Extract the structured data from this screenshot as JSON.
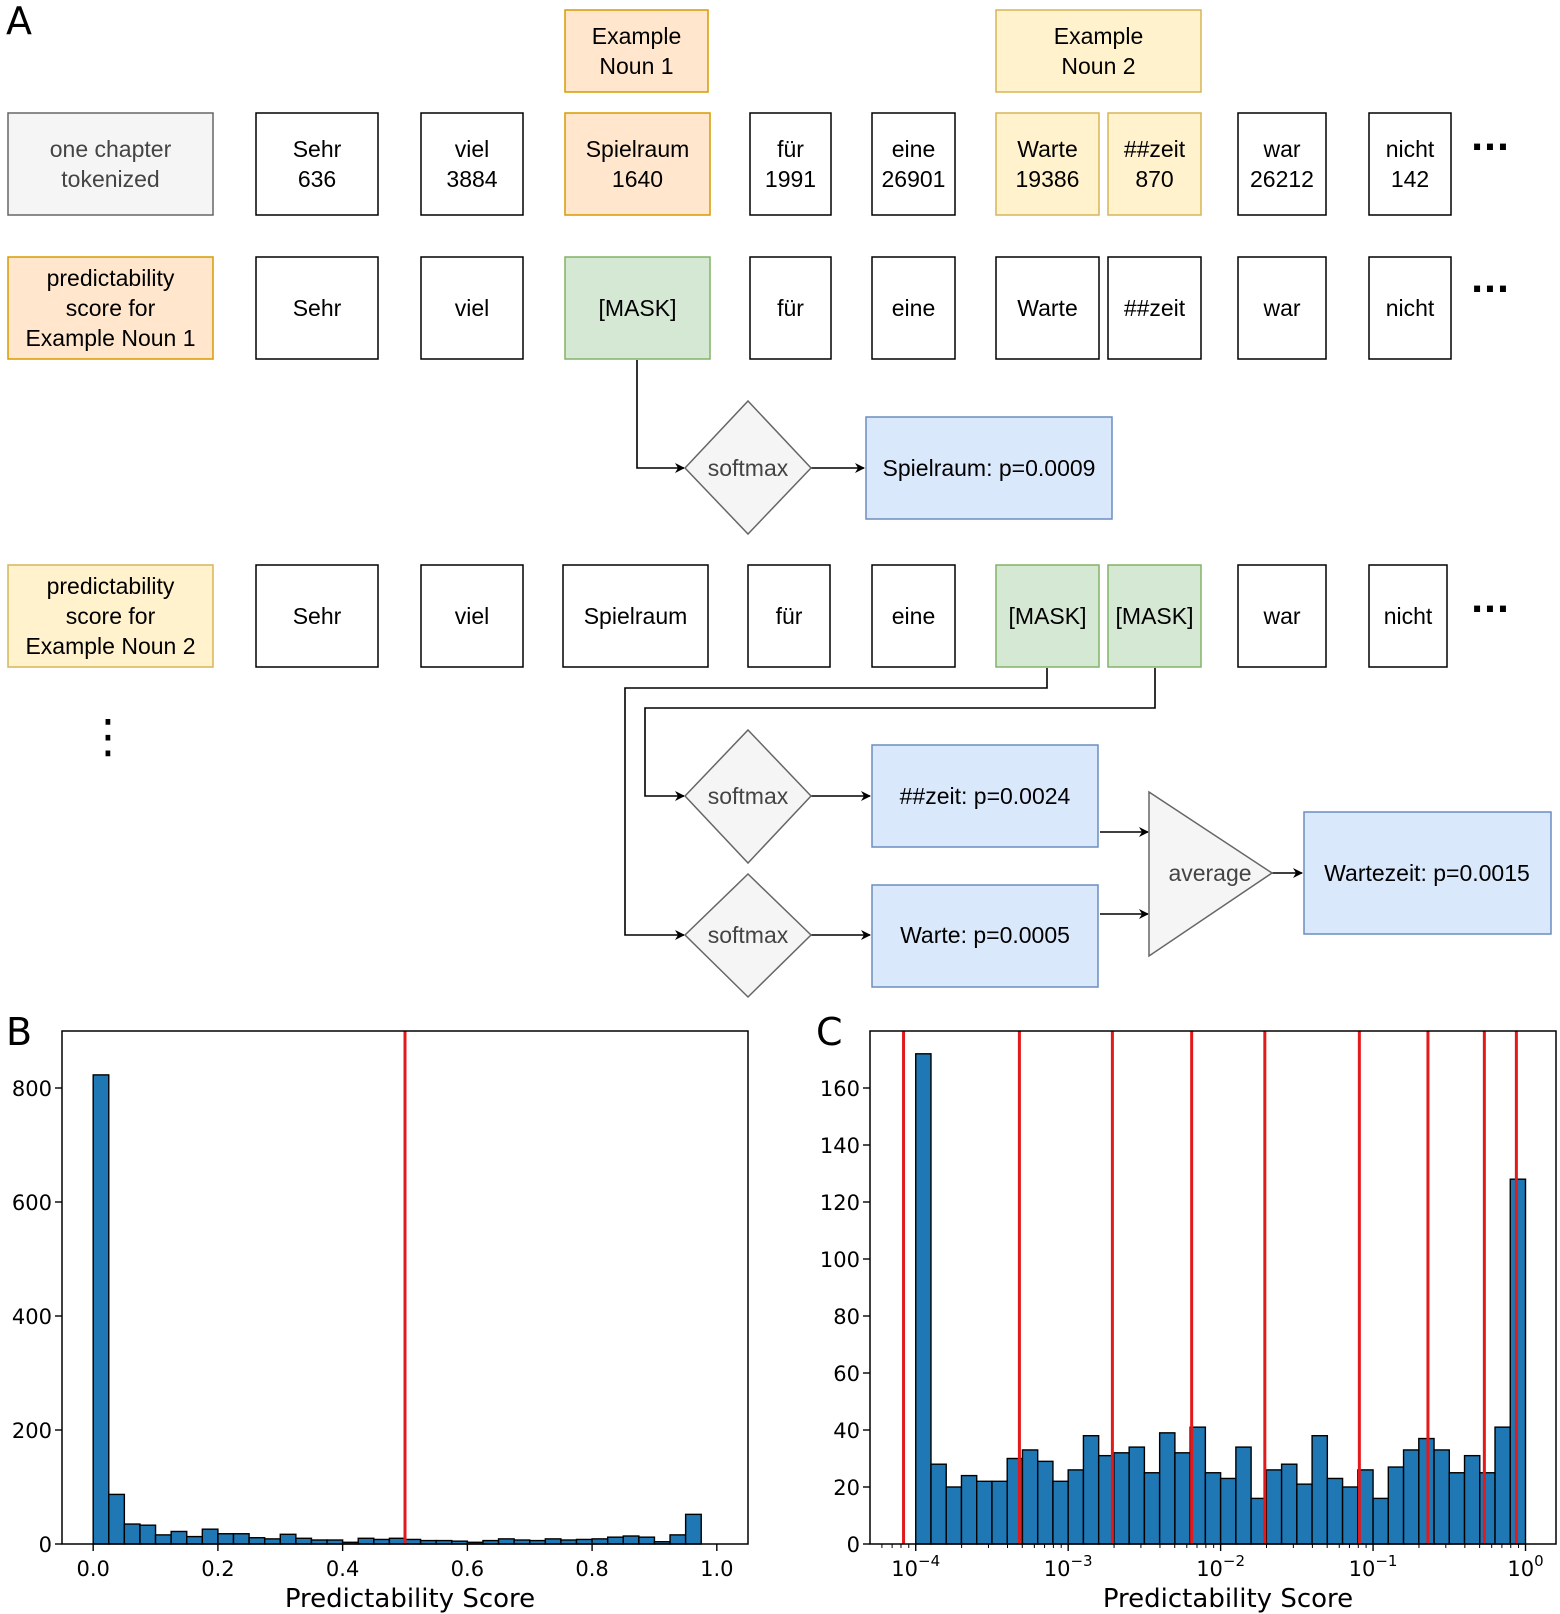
{
  "panel_a": {
    "label": "A",
    "example_nouns": [
      {
        "lines": [
          "Example",
          "Noun 1"
        ],
        "color": "orange"
      },
      {
        "lines": [
          "Example",
          "Noun 2"
        ],
        "color": "yellow"
      }
    ],
    "rows": [
      {
        "label_lines": [
          "one chapter",
          "tokenized"
        ],
        "label_color": "grey",
        "tokens": [
          {
            "lines": [
              "Sehr",
              "636"
            ],
            "style": "plain"
          },
          {
            "lines": [
              "viel",
              "3884"
            ],
            "style": "plain"
          },
          {
            "lines": [
              "Spielraum",
              "1640"
            ],
            "style": "orange"
          },
          {
            "lines": [
              "für",
              "1991"
            ],
            "style": "plain"
          },
          {
            "lines": [
              "eine",
              "26901"
            ],
            "style": "plain"
          },
          {
            "lines": [
              "Warte",
              "19386"
            ],
            "style": "yellow"
          },
          {
            "lines": [
              "##zeit",
              "870"
            ],
            "style": "yellow"
          },
          {
            "lines": [
              "war",
              "26212"
            ],
            "style": "plain"
          },
          {
            "lines": [
              "nicht",
              "142"
            ],
            "style": "plain"
          }
        ],
        "ellipsis": "..."
      },
      {
        "label_lines": [
          "predictability",
          "score for",
          "Example Noun 1"
        ],
        "label_color": "orange",
        "tokens": [
          {
            "lines": [
              "Sehr"
            ],
            "style": "plain"
          },
          {
            "lines": [
              "viel"
            ],
            "style": "plain"
          },
          {
            "lines": [
              "[MASK]"
            ],
            "style": "green"
          },
          {
            "lines": [
              "für"
            ],
            "style": "plain"
          },
          {
            "lines": [
              "eine"
            ],
            "style": "plain"
          },
          {
            "lines": [
              "Warte"
            ],
            "style": "plain"
          },
          {
            "lines": [
              "##zeit"
            ],
            "style": "plain"
          },
          {
            "lines": [
              "war"
            ],
            "style": "plain"
          },
          {
            "lines": [
              "nicht"
            ],
            "style": "plain"
          }
        ],
        "ellipsis": "..."
      },
      {
        "label_lines": [
          "predictability",
          "score for",
          "Example Noun 2"
        ],
        "label_color": "yellow",
        "tokens": [
          {
            "lines": [
              "Sehr"
            ],
            "style": "plain"
          },
          {
            "lines": [
              "viel"
            ],
            "style": "plain"
          },
          {
            "lines": [
              "Spielraum"
            ],
            "style": "plain"
          },
          {
            "lines": [
              "für"
            ],
            "style": "plain"
          },
          {
            "lines": [
              "eine"
            ],
            "style": "plain"
          },
          {
            "lines": [
              "[MASK]"
            ],
            "style": "green"
          },
          {
            "lines": [
              "[MASK]"
            ],
            "style": "green"
          },
          {
            "lines": [
              "war"
            ],
            "style": "plain"
          },
          {
            "lines": [
              "nicht"
            ],
            "style": "plain"
          }
        ],
        "ellipsis": "..."
      }
    ],
    "vertical_ellipsis": "⋮",
    "softmax_label": "softmax",
    "average_label": "average",
    "results": {
      "noun1": "Spielraum: p=0.0009",
      "zeit": "##zeit: p=0.0024",
      "warte": "Warte: p=0.0005",
      "combined": "Wartezeit: p=0.0015"
    }
  },
  "chart_data": [
    {
      "panel_label": "B",
      "type": "bar",
      "xlabel": "Predictability Score",
      "ylabel": "",
      "xlim": [
        -0.05,
        1.05
      ],
      "ylim": [
        0,
        900
      ],
      "xticks": [
        0.0,
        0.2,
        0.4,
        0.6,
        0.8,
        1.0
      ],
      "xtick_labels": [
        "0.0",
        "0.2",
        "0.4",
        "0.6",
        "0.8",
        "1.0"
      ],
      "yticks": [
        0,
        200,
        400,
        600,
        800
      ],
      "bin_start": 0.0,
      "bin_width": 0.025,
      "values": [
        823,
        87,
        35,
        33,
        16,
        22,
        13,
        26,
        18,
        18,
        11,
        9,
        17,
        10,
        7,
        7,
        3,
        10,
        8,
        10,
        8,
        6,
        6,
        5,
        3,
        6,
        9,
        7,
        6,
        9,
        7,
        8,
        9,
        12,
        14,
        12,
        4,
        16,
        52,
        0
      ],
      "vertical_lines": [
        0.5
      ],
      "line_color": "#e31a1c",
      "bar_color": "#1f77b4"
    },
    {
      "panel_label": "C",
      "type": "bar",
      "xscale": "log",
      "xlabel": "Predictability Score",
      "ylabel": "",
      "xlim_log10": [
        -4.3,
        0.2
      ],
      "ylim": [
        0,
        180
      ],
      "xticks_log10": [
        -4,
        -3,
        -2,
        -1,
        0
      ],
      "xtick_labels": [
        "10",
        "10",
        "10",
        "10",
        "10"
      ],
      "xtick_exponents": [
        "−4",
        "−3",
        "−2",
        "−1",
        "0"
      ],
      "yticks": [
        0,
        20,
        40,
        60,
        80,
        100,
        120,
        140,
        160
      ],
      "bin_start_log10": -4.0,
      "bin_width_log10": 0.1,
      "values": [
        172,
        28,
        20,
        24,
        22,
        22,
        30,
        33,
        29,
        22,
        26,
        38,
        31,
        32,
        34,
        25,
        39,
        32,
        41,
        25,
        23,
        34,
        16,
        26,
        28,
        21,
        38,
        23,
        20,
        26,
        16,
        27,
        33,
        37,
        33,
        25,
        31,
        25,
        41,
        128
      ],
      "vertical_lines_log10": [
        -4.08,
        -3.32,
        -2.71,
        -2.19,
        -1.71,
        -1.09,
        -0.64,
        -0.27,
        -0.06
      ],
      "line_color": "#e31a1c",
      "bar_color": "#1f77b4"
    }
  ]
}
